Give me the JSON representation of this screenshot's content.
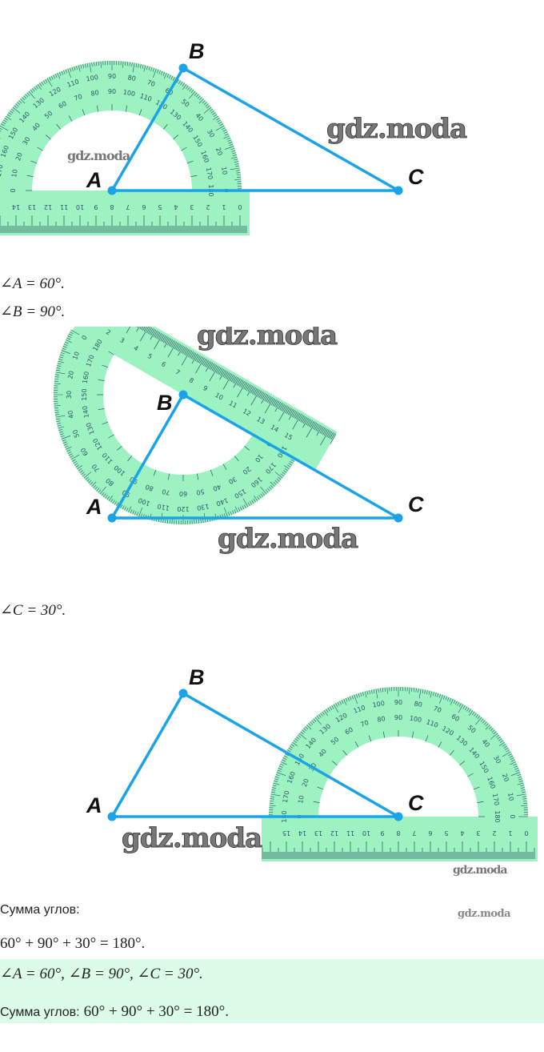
{
  "colors": {
    "line": "#1aa3e6",
    "protractor": "#9cf2c0",
    "scale": "#2b5566",
    "highlight": "#dcfce9"
  },
  "watermark": "gdz.moda",
  "labels": {
    "A": "A",
    "B": "B",
    "C": "C"
  },
  "protractor": {
    "outer_labels": [
      "0",
      "10",
      "20",
      "30",
      "40",
      "50",
      "60",
      "70",
      "80",
      "90",
      "100",
      "110",
      "120",
      "130",
      "140",
      "150",
      "160",
      "170",
      "180"
    ],
    "inner_labels": [
      "180",
      "170",
      "160",
      "150",
      "140",
      "130",
      "120",
      "110",
      "100",
      "90",
      "80",
      "70",
      "60",
      "50",
      "40",
      "30",
      "20",
      "10",
      "0"
    ],
    "ruler_labels": [
      "0",
      "1",
      "2",
      "3",
      "4",
      "5",
      "6",
      "7",
      "8",
      "9",
      "10",
      "11",
      "12",
      "13",
      "14",
      "15"
    ]
  },
  "text": {
    "angle_a": "∠A = 60°.",
    "angle_b": "∠B = 90°.",
    "angle_c": "∠C = 30°.",
    "sum_label": "Сумма углов:",
    "sum_expr": "60° + 90° + 30° = 180°.",
    "answer_angles": "∠A = 60°, ∠B = 90°, ∠C = 30°.",
    "answer_sum_label": "Сумма углов:",
    "answer_sum_expr": "60° + 90° + 30° = 180°."
  }
}
